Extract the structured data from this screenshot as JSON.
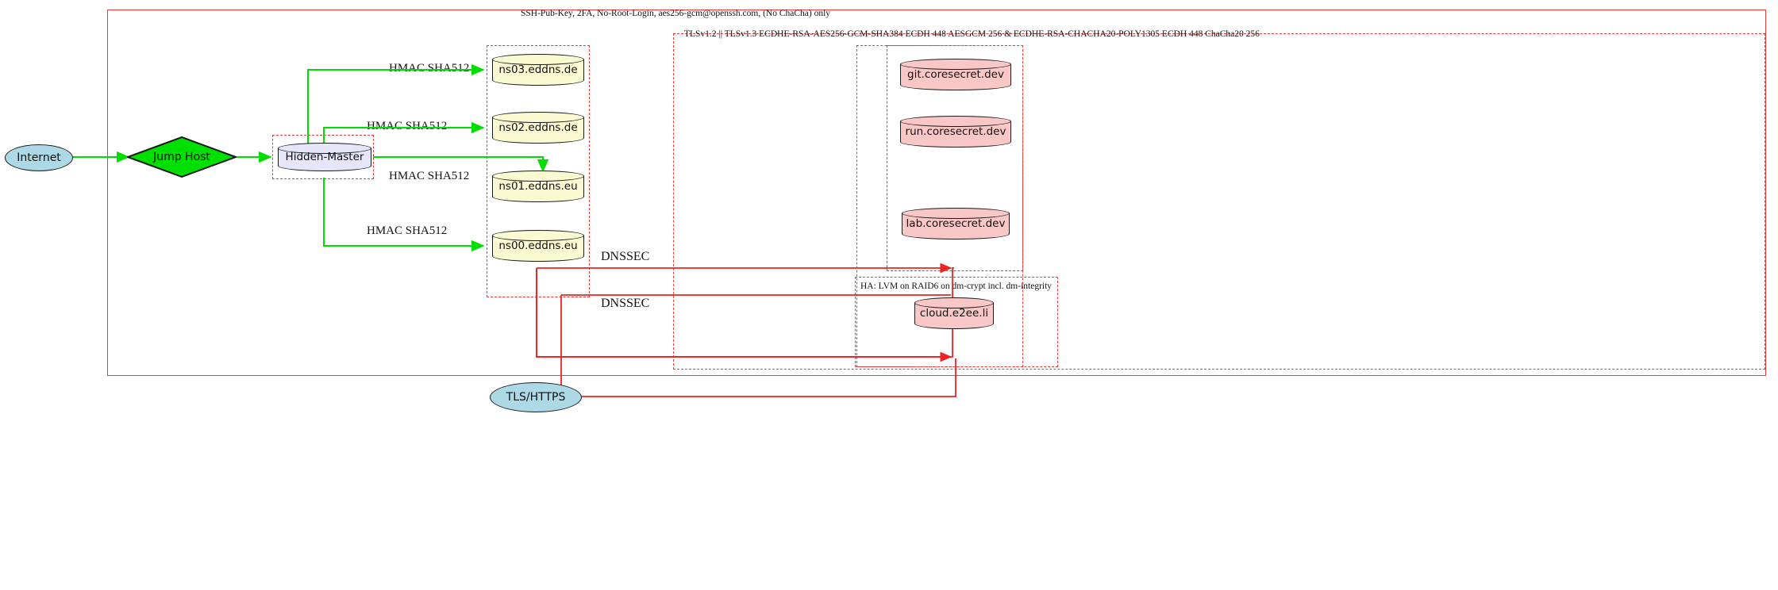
{
  "diagram": {
    "title_labels": {
      "outer_security": "SSH-Pub-Key, 2FA, No-Root-Login, aes256-gcm@openssh.com, (No ChaCha) only",
      "tls_ciphers": "TLSv1.2 || TLSv1.3 ECDHE-RSA-AES256-GCM-SHA384 ECDH 448 AESGCM 256 & ECDHE-RSA-CHACHA20-POLY1305 ECDH 448 ChaCha20 256",
      "ha_storage": "HA: LVM on RAID6 on dm-crypt incl. dm-integrity"
    },
    "nodes": {
      "internet": {
        "label": "Internet",
        "shape": "ellipse",
        "fill": "#add8e6"
      },
      "jump_host": {
        "label": "Jump Host",
        "shape": "diamond",
        "fill": "#00e000"
      },
      "hidden_master": {
        "label": "Hidden-Master",
        "shape": "cylinder",
        "fill": "#e6e6fa"
      },
      "ns03": {
        "label": "ns03.eddns.de",
        "shape": "cylinder",
        "fill": "#fafad2"
      },
      "ns02": {
        "label": "ns02.eddns.de",
        "shape": "cylinder",
        "fill": "#fafad2"
      },
      "ns01": {
        "label": "ns01.eddns.eu",
        "shape": "cylinder",
        "fill": "#fafad2"
      },
      "ns00": {
        "label": "ns00.eddns.eu",
        "shape": "cylinder",
        "fill": "#fafad2"
      },
      "git": {
        "label": "git.coresecret.dev",
        "shape": "cylinder",
        "fill": "#fac7c7"
      },
      "run": {
        "label": "run.coresecret.dev",
        "shape": "cylinder",
        "fill": "#fac7c7"
      },
      "lab": {
        "label": "lab.coresecret.dev",
        "shape": "cylinder",
        "fill": "#fac7c7"
      },
      "cloud": {
        "label": "cloud.e2ee.li",
        "shape": "cylinder",
        "fill": "#fac7c7"
      },
      "tls_https": {
        "label": "TLS/HTTPS",
        "shape": "ellipse",
        "fill": "#add8e6"
      }
    },
    "edge_labels": {
      "hmac_ns03": "HMAC SHA512",
      "hmac_ns02": "HMAC SHA512",
      "hmac_ns01": "HMAC SHA512",
      "hmac_ns00": "HMAC SHA512",
      "dnssec_upper": "DNSSEC",
      "dnssec_lower": "DNSSEC"
    },
    "colors": {
      "cluster_border": "#ef3b3b",
      "green_edge": "#00dd00",
      "red_edge": "#ee2222",
      "node_stroke": "#1b1b1b"
    }
  }
}
